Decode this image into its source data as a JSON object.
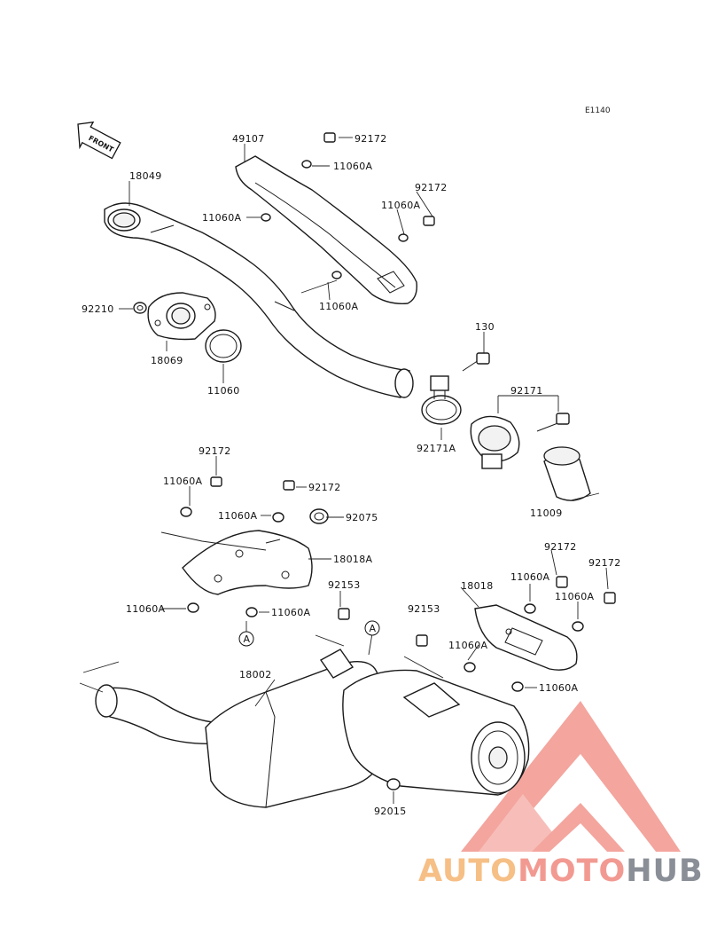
{
  "diagram": {
    "code": "E1140",
    "front_label": "FRONT",
    "labels": {
      "l49107": "49107",
      "l92172a": "92172",
      "l11060a_top": "11060A",
      "l92172b": "92172",
      "l11060a_right": "11060A",
      "l18049": "18049",
      "l11060a_left": "11060A",
      "l11060a_mid": "11060A",
      "l92210": "92210",
      "l18069": "18069",
      "l11060": "11060",
      "l130": "130",
      "l92171": "92171",
      "l92171a": "92171A",
      "l11009": "11009",
      "l92172c": "92172",
      "l11060a_c": "11060A",
      "l92172d": "92172",
      "l11060a_d": "11060A",
      "l92075": "92075",
      "l18018a": "18018A",
      "l11060a_e": "11060A",
      "l92153a": "92153",
      "l11060a_f": "11060A",
      "l92153b": "92153",
      "l18018": "18018",
      "l11060a_g": "11060A",
      "l92172e": "92172",
      "l92172f": "92172",
      "l11060a_h": "11060A",
      "l11060a_i": "11060A",
      "l18002": "18002",
      "l11060a_j": "11060A",
      "l92015": "92015",
      "ref_a1": "A",
      "ref_a2": "A"
    }
  },
  "watermark": {
    "part1": "AUTO",
    "part2": "MOTO",
    "part3": "HUB",
    "colors": {
      "auto": "#f6bf86",
      "moto": "#f29a92",
      "hub": "#8a8f97",
      "logo": "#f0877e"
    }
  }
}
